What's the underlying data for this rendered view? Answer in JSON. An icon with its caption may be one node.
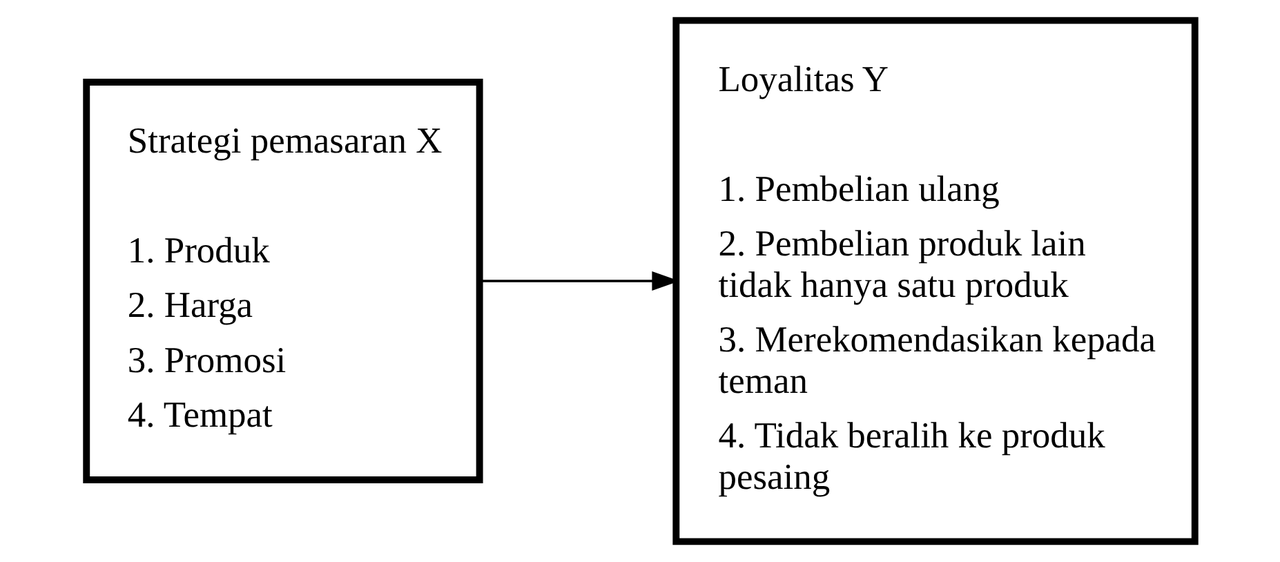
{
  "diagram": {
    "nodes": [
      {
        "text": [
          "Strategi pemasaran X",
          "1. Produk",
          "2. Harga",
          "3. Promosi",
          "4. Tempat"
        ]
      },
      {
        "text": [
          "Loyalitas Y",
          "1. Pembelian ulang",
          "2. Pembelian produk lain tidak hanya satu produk",
          "3. Merekomendasikan kepada teman",
          "4. Tidak beralih ke produk pesaing"
        ]
      }
    ],
    "edges": [
      {
        "from": 0,
        "to": 1,
        "arrow": "to"
      }
    ]
  }
}
